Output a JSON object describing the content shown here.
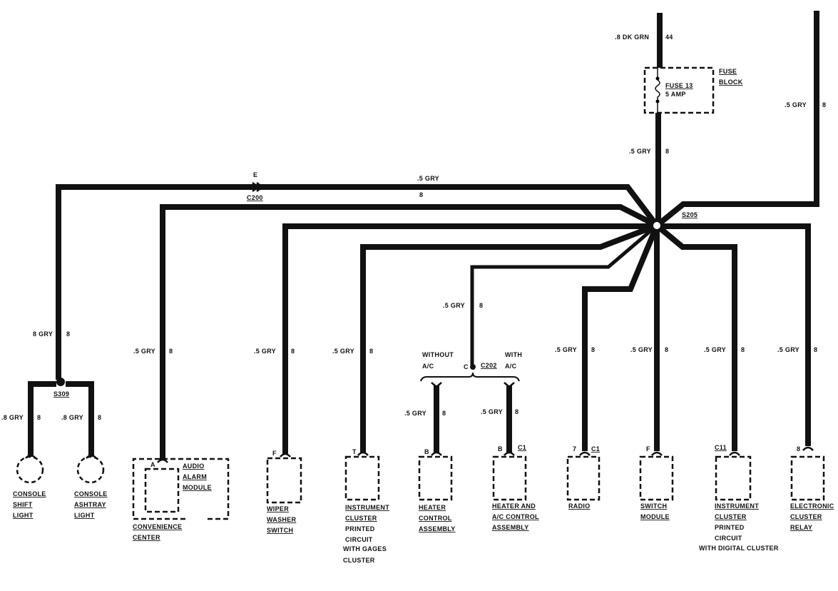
{
  "feed": {
    "wire": ".8 DK GRN",
    "circuit": "44"
  },
  "fuse_block": {
    "label1": "FUSE",
    "label2": "BLOCK",
    "fuse": "FUSE 13",
    "rating": "5 AMP"
  },
  "main_wire": {
    "wire": ".5 GRY",
    "circuit": "8"
  },
  "right_feed": {
    "wire": ".5 GRY",
    "circuit": "8"
  },
  "splice_s205": "S205",
  "c200": {
    "pin": "E",
    "name": "C200",
    "wire": ".5 GRY",
    "circuit": "8"
  },
  "left_trunk": {
    "wire": "8 GRY",
    "circuit": "8"
  },
  "splice_s309": "S309",
  "console_shift": {
    "wire": ".8 GRY",
    "circuit": "8",
    "name": [
      "CONSOLE",
      "SHIFT",
      "LIGHT"
    ]
  },
  "console_ashtray": {
    "wire": ".8 GRY",
    "circuit": "8",
    "name": [
      "CONSOLE",
      "ASHTRAY",
      "LIGHT"
    ]
  },
  "audio_alarm": {
    "wire": ".5 GRY",
    "circuit": "8",
    "pin": "A",
    "name": [
      "AUDIO",
      "ALARM",
      "MODULE"
    ],
    "outer": [
      "CONVENIENCE",
      "CENTER"
    ]
  },
  "wiper": {
    "wire": ".5 GRY",
    "circuit": "8",
    "pin": "F",
    "name": [
      "WIPER",
      "WASHER",
      "SWITCH"
    ]
  },
  "ic_gages": {
    "wire": ".5 GRY",
    "circuit": "8",
    "pin": "T",
    "name": [
      "INSTRUMENT",
      "CLUSTER",
      "PRINTED",
      "CIRCUIT"
    ],
    "note": [
      "WITH GAGES",
      "CLUSTER"
    ]
  },
  "c202": {
    "wire": ".5 GRY",
    "circuit": "8",
    "pin": "C",
    "name": "C202",
    "without": [
      "WITHOUT",
      "A/C"
    ],
    "with": [
      "WITH",
      "A/C"
    ]
  },
  "heater": {
    "wire": ".5 GRY",
    "circuit": "8",
    "pin": "B",
    "name": [
      "HEATER",
      "CONTROL",
      "ASSEMBLY"
    ]
  },
  "heater_ac": {
    "wire": ".5 GRY",
    "circuit": "8",
    "pin": "B",
    "conn": "C1",
    "name": [
      "HEATER AND",
      "A/C CONTROL",
      "ASSEMBLY"
    ]
  },
  "radio": {
    "wire": ".5 GRY",
    "circuit": "8",
    "pin": "7",
    "conn": "C1",
    "name": [
      "RADIO"
    ]
  },
  "switch_module": {
    "wire": ".5 GRY",
    "circuit": "8",
    "pin": "F",
    "name": [
      "SWITCH",
      "MODULE"
    ]
  },
  "ic_digital": {
    "wire": ".5 GRY",
    "circuit": "8",
    "conn": "C11",
    "name": [
      "INSTRUMENT",
      "CLUSTER",
      "PRINTED",
      "CIRCUIT"
    ],
    "note": "WITH DIGITAL CLUSTER"
  },
  "ecr": {
    "wire": ".5 GRY",
    "circuit": "8",
    "pin": "8",
    "name": [
      "ELECTRONIC",
      "CLUSTER",
      "RELAY"
    ]
  }
}
